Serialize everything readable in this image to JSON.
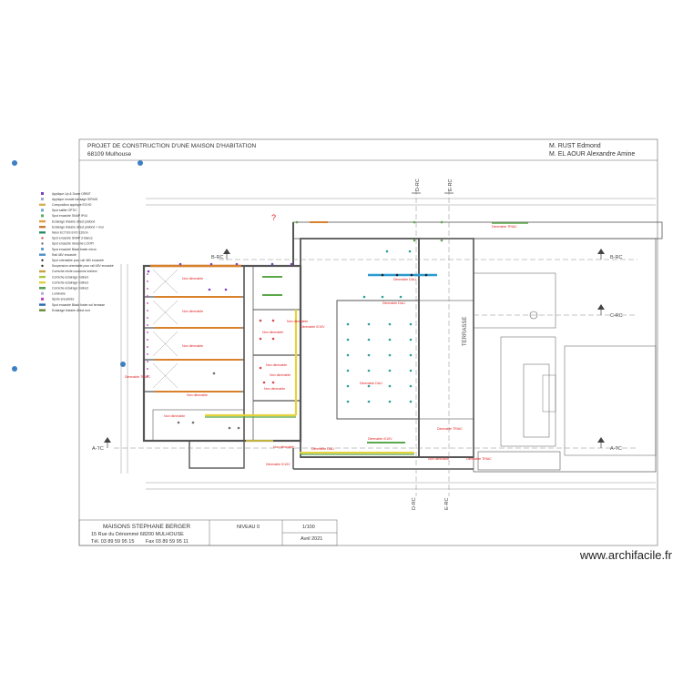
{
  "header": {
    "project_line1": "PROJET DE CONSTRUCTION D'UNE MAISON D'HABITATION",
    "project_line2": "68109 Mulhouse",
    "client_line1": "M. RUST Edmond",
    "client_line2": "M. EL AOUR Alexandre Amine"
  },
  "legend": {
    "items": [
      {
        "label": "Applique Up & Down ORBIT",
        "color": "#7a3fc4",
        "swatch": "square"
      },
      {
        "label": "Applique murale balisage SIRIUS",
        "color": "#9aa7c8",
        "swatch": "square"
      },
      {
        "label": "Composition applique ECHO",
        "color": "#d4b05a",
        "swatch": "bar"
      },
      {
        "label": "Spot saillie OPTIC",
        "color": "#6aa5d8",
        "swatch": "square"
      },
      {
        "label": "Spot encastré SNAP IP44",
        "color": "#58b058",
        "swatch": "square"
      },
      {
        "label": "Eclairage linéaire direct plafond",
        "color": "#e0a040",
        "swatch": "bar"
      },
      {
        "label": "Eclairage linéaire direct plafond + mur",
        "color": "#c87a3a",
        "swatch": "bar"
      },
      {
        "label": "Néon ECTUS EVO 120cm",
        "color": "#2a8a6a",
        "swatch": "bar"
      },
      {
        "label": "Spot encastré SNAP 3 blancs",
        "color": "#d44a4a",
        "swatch": "dot"
      },
      {
        "label": "Spot encastré Girasine LOOPI",
        "color": "#707070",
        "swatch": "dot"
      },
      {
        "label": "Spot encastré Black foster micro",
        "color": "#5aa0d0",
        "swatch": "square"
      },
      {
        "label": "Rail 48V encastré",
        "color": "#4a90c8",
        "swatch": "bar"
      },
      {
        "label": "Spot orientable pour rail 48V encastré",
        "color": "#2a2a2a",
        "swatch": "dot"
      },
      {
        "label": "Suspension orientable pour rail 48V encastré",
        "color": "#2a2a2a",
        "swatch": "dot"
      },
      {
        "label": "Corniche mixte couronne indirect",
        "color": "#c8a040",
        "swatch": "bar"
      },
      {
        "label": "Corniche éclairage indirect",
        "color": "#a8c840",
        "swatch": "bar"
      },
      {
        "label": "Corniche éclairage indirect",
        "color": "#e0d040",
        "swatch": "bar"
      },
      {
        "label": "Corniche éclairage indirect",
        "color": "#4a9a4a",
        "swatch": "bar"
      },
      {
        "label": "Luminaire",
        "color": "#b0b0d0",
        "swatch": "square"
      },
      {
        "label": "Spots encastrés",
        "color": "#c040c0",
        "swatch": "square"
      },
      {
        "label": "Spot encastré Black foster sol terrasse",
        "color": "#2a6ab0",
        "swatch": "bar"
      },
      {
        "label": "Eclairage linéaire direct mur",
        "color": "#6a8a3a",
        "swatch": "bar"
      }
    ]
  },
  "plan_labels": {
    "non_dimmable": "Non dimmable",
    "dimmable_dali": "Dimmable DALI",
    "dimmable_triac": "Dimmable TRIAC",
    "dimmable_010v": "Dimmable 0/10V",
    "terrasse": "TERRASSE",
    "cut_left": "A-TC",
    "cut_right": "A-TC",
    "cut_b_left": "B-RC",
    "cut_b_right": "B-RC",
    "cut_c": "C-RC",
    "cut_d_top": "D-RC",
    "cut_e_top": "E-RC",
    "cut_d_bot": "D-RC",
    "cut_e_bot": "E-RC",
    "question_mark": "?"
  },
  "title_block": {
    "company": "MAISONS STEPHANE BERGER",
    "address": "15 Rue du Dénommé 68200 MULHOUSE",
    "phone": "Tél. 03 89 59 95 15",
    "fax": "Fax 03 89 59 95 11",
    "level": "NIVEAU 0",
    "scale": "1/100",
    "date": "Avril 2021"
  },
  "watermark": "www.archifacile.fr",
  "colors": {
    "wall": "#555555",
    "red_text": "#e02020",
    "teal_dot": "#2aa09a",
    "blue_dot": "#3d7fc4",
    "orange": "#d9812a",
    "green": "#5aa84a",
    "yellow": "#e6d23a"
  }
}
